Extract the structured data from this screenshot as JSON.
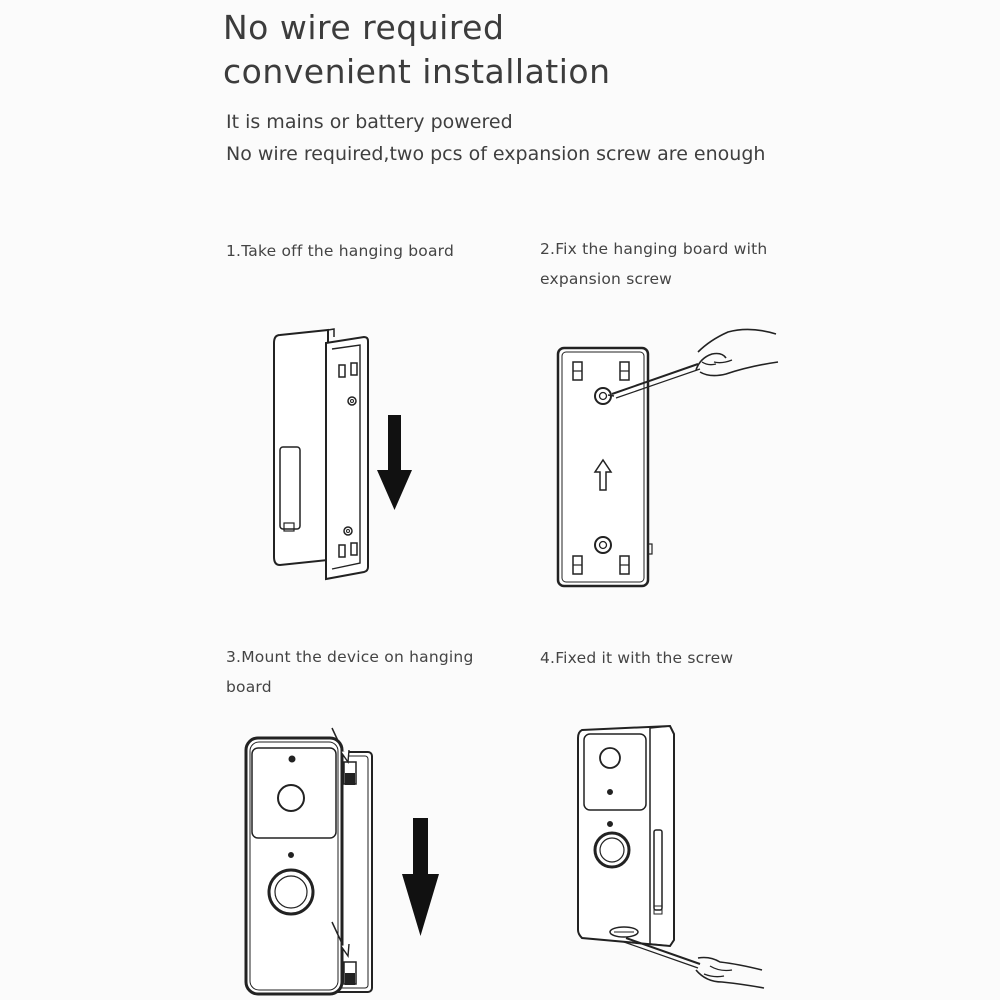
{
  "header": {
    "title_line1": "No wire required",
    "title_line2": "convenient installation",
    "subtitle_line1": "It is mains or battery powered",
    "subtitle_line2": "No wire required,two pcs of expansion screw are enough"
  },
  "steps": [
    {
      "line1": "1.Take off the hanging board",
      "line2": ""
    },
    {
      "line1": "2.Fix the hanging board with",
      "line2": "expansion screw"
    },
    {
      "line1": "3.Mount the device on hanging",
      "line2": "board"
    },
    {
      "line1": "4.Fixed it with the screw",
      "line2": ""
    }
  ],
  "illustrations": [
    {
      "icon": "doorbell-side-view-remove-board-icon"
    },
    {
      "icon": "hanging-board-screwdriver-icon"
    },
    {
      "icon": "doorbell-mount-on-board-icon"
    },
    {
      "icon": "doorbell-fix-screw-icon"
    }
  ]
}
